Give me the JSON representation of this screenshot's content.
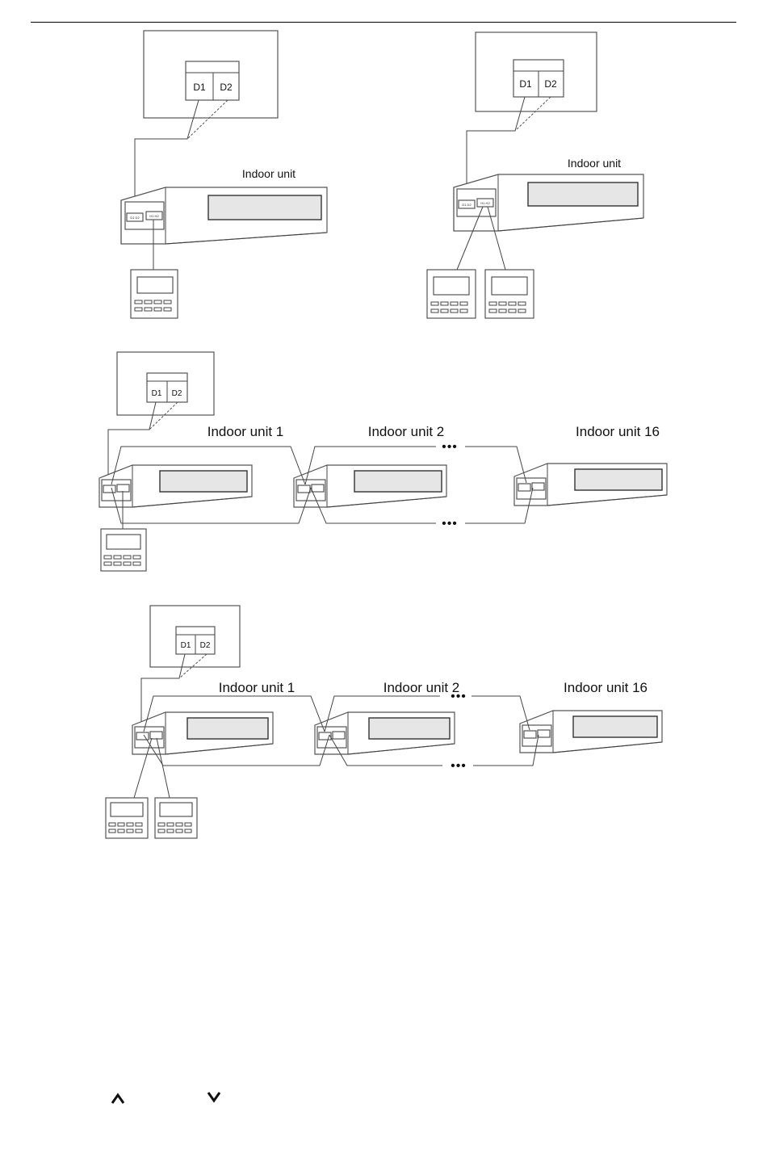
{
  "terminals": {
    "d1": "D1",
    "d2": "D2"
  },
  "unit_ports": {
    "signal": "D1 D2",
    "remote": "H1 H2"
  },
  "diagram1": {
    "unit_label": "Indoor unit"
  },
  "diagram2": {
    "unit_label": "Indoor unit"
  },
  "diagram3": {
    "unit1_label": "Indoor unit 1",
    "unit2_label": "Indoor unit 2",
    "unit16_label": "Indoor unit 16",
    "ellipsis": "•••"
  },
  "diagram4": {
    "unit1_label": "Indoor unit 1",
    "unit2_label": "Indoor unit 2",
    "unit16_label": "Indoor unit 16",
    "ellipsis": "•••"
  },
  "icons": {
    "up": "chevron-up-icon",
    "down": "chevron-down-icon"
  }
}
